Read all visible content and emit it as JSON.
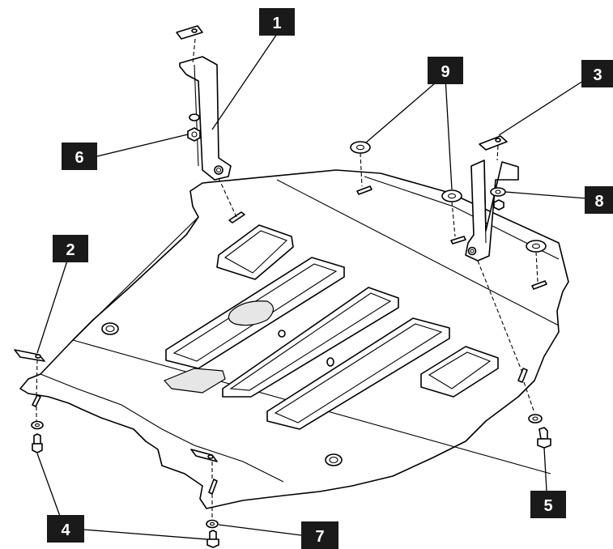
{
  "callouts": [
    {
      "id": "1",
      "text": "1"
    },
    {
      "id": "2",
      "text": "2"
    },
    {
      "id": "3",
      "text": "3"
    },
    {
      "id": "4",
      "text": "4"
    },
    {
      "id": "5",
      "text": "5"
    },
    {
      "id": "6",
      "text": "6"
    },
    {
      "id": "7",
      "text": "7"
    },
    {
      "id": "8",
      "text": "8"
    },
    {
      "id": "9",
      "text": "9"
    }
  ],
  "colors": {
    "line": "#000000",
    "label_bg": "#1a1a1a",
    "label_text": "#ffffff",
    "background": "#ffffff"
  }
}
